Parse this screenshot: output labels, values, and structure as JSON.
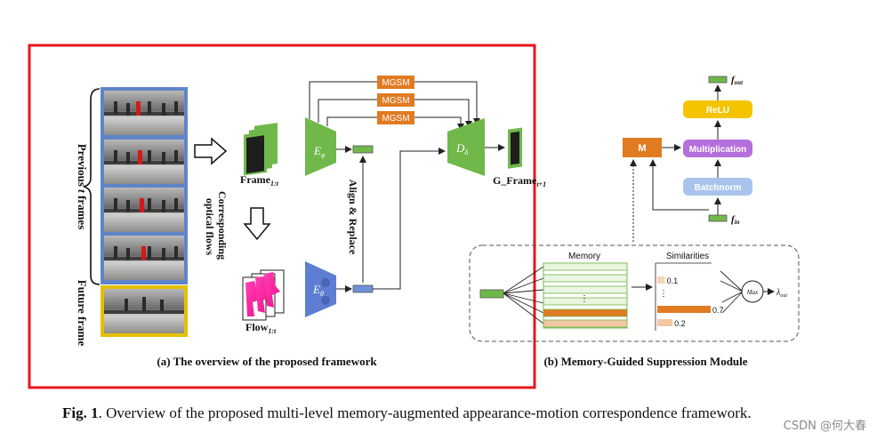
{
  "panel_a": {
    "caption": "(a) The overview of the proposed framework",
    "previous_label": "Previous",
    "previous_italic": "t",
    "previous_tail": "frames",
    "future_label": "Future frame",
    "optical_flows_line1": "Corresponding",
    "optical_flows_line2": "optical flows",
    "frame_label": "Frame",
    "frame_sub": "1:t",
    "flow_label": "Flow",
    "flow_sub": "1:t",
    "encoder_phi": "E",
    "encoder_phi_sub": "φ",
    "encoder_theta": "E",
    "encoder_theta_sub": "θ",
    "decoder": "D",
    "decoder_sub": "δ",
    "mgsm": [
      "MGSM",
      "MGSM",
      "MGSM"
    ],
    "align_replace": "Align & Replace",
    "output_label": "G_Frame",
    "output_sub": "t+1"
  },
  "panel_b": {
    "caption": "(b) Memory-Guided Suppression Module",
    "f_out": "f",
    "f_out_sub": "out",
    "relu": "ReLU",
    "multiplication": "Multiplication",
    "batchnorm": "Batchnorm",
    "m_block": "M",
    "f_in": "f",
    "f_in_sub": "in",
    "memory_header": "Memory",
    "similarities_header": "Similarities",
    "ellipsis": "⋮",
    "similarity_values": [
      "0.1",
      "0.7",
      "0.2"
    ],
    "max_label": "Max",
    "lambda_out": "λ",
    "lambda_sub": "out"
  },
  "figure_caption": {
    "label": "Fig. 1",
    "text": ". Overview of the proposed multi-level memory-augmented appearance-motion correspondence framework."
  },
  "watermark": "CSDN @何大春",
  "colors": {
    "green_block": "#70b84a",
    "orange_block": "#e07b22",
    "encoder_blue": "#5d7ed1",
    "relu_yellow": "#f5c400",
    "multiplication_purple": "#b56fdc",
    "batchnorm_blue": "#a8c3ec",
    "highlight_red": "#e8161c",
    "frame_border_blue": "#5e84c9",
    "frame_border_yellow": "#e6c000"
  }
}
